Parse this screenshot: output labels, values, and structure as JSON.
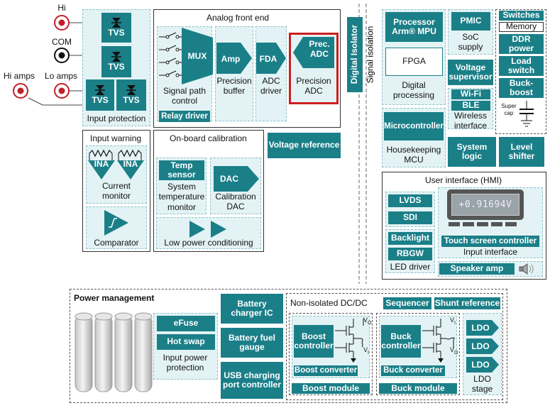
{
  "terminals": {
    "hi": "Hi",
    "com": "COM",
    "hi_amps": "Hi amps",
    "lo_amps": "Lo amps"
  },
  "input_protection": {
    "tvs": "TVS",
    "label": "Input protection"
  },
  "analog_front_end": {
    "title": "Analog front end",
    "mux": "MUX",
    "signal_path_control": "Signal path control",
    "relay_driver": "Relay driver",
    "amp": "Amp",
    "precision_buffer": "Precision buffer",
    "fda": "FDA",
    "adc_driver": "ADC driver",
    "prec_adc": "Prec. ADC",
    "precision_adc": "Precision ADC"
  },
  "isolation": {
    "digital_isolator": "Digital Isolator",
    "signal_isolation": "Signal isolation"
  },
  "input_warning": {
    "title": "Input warning",
    "ina": "INA",
    "current_monitor": "Current monitor",
    "comparator": "Comparator"
  },
  "onboard_calibration": {
    "title": "On-board calibration",
    "temp_sensor": "Temp sensor",
    "system_temp_monitor": "System temperature monitor",
    "dac": "DAC",
    "calibration_dac": "Calibration DAC",
    "low_power_conditioning": "Low power conditioning"
  },
  "voltage_reference": "Voltage reference",
  "digital": {
    "processor": "Processor Arm® MPU",
    "fpga": "FPGA",
    "digital_processing": "Digital processing",
    "pmic": "PMIC",
    "soc_supply": "SoC supply",
    "voltage_supervisor": "Voltage supervisor",
    "wifi": "Wi-Fi",
    "ble": "BLE",
    "wireless_interface": "Wireless interface",
    "microcontroller": "Microcontroller",
    "housekeeping_mcu": "Housekeeping MCU",
    "system_logic": "System logic",
    "level_shifter": "Level shifter"
  },
  "right_column": {
    "switches": "Switches",
    "memory": "Memory",
    "ddr_power": "DDR power",
    "load_switch": "Load switch",
    "buck_boost": "Buck-boost",
    "super_cap": "Super cap"
  },
  "hmi": {
    "title": "User interface (HMI)",
    "display_value": "+0.91694V",
    "lvds": "LVDS",
    "sdi": "SDI",
    "backlight": "Backlight",
    "rbgw": "RBGW",
    "led_driver": "LED driver",
    "touch_screen_controller": "Touch screen controller",
    "input_interface": "Input interface",
    "speaker_amp": "Speaker amp"
  },
  "power": {
    "title": "Power management",
    "efuse": "eFuse",
    "hot_swap": "Hot swap",
    "input_power_protection": "Input power protection",
    "battery_charger_ic": "Battery charger IC",
    "battery_fuel_gauge": "Battery fuel gauge",
    "usb_charging": "USB charging port controller",
    "non_isolated": "Non-isolated DC/DC",
    "sequencer": "Sequencer",
    "shunt_reference": "Shunt reference",
    "boost_controller": "Boost controller",
    "boost_converter": "Boost converter",
    "boost_module": "Boost module",
    "buck_controller": "Buck controller",
    "buck_converter": "Buck converter",
    "buck_module": "Buck module",
    "ldo": "LDO",
    "ldo_stage": "LDO stage",
    "vo": "V",
    "vi": "V",
    "vo_sub": "O",
    "vi_sub": "I"
  },
  "colors": {
    "teal": "#1b7f88",
    "region": "#e3f3f5",
    "highlight": "#cc1f1f"
  }
}
